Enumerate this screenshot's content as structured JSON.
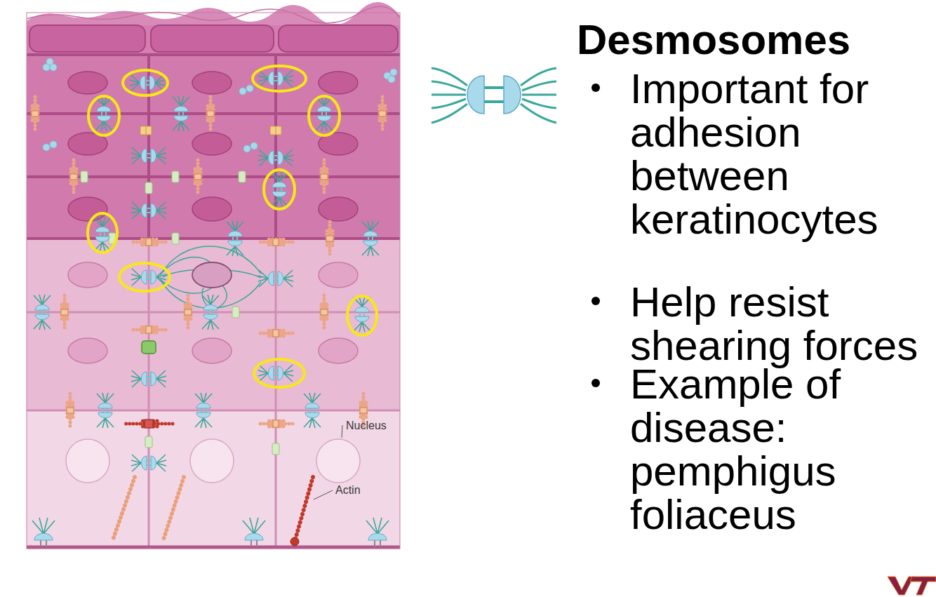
{
  "diagram": {
    "title": "Desmosomes",
    "labels": [
      "Important for adhesion between keratinocytes",
      "Help resist shearing forces",
      "Example of disease: pemphigus foliaceus",
      "Nucleus",
      "Actin"
    ]
  }
}
